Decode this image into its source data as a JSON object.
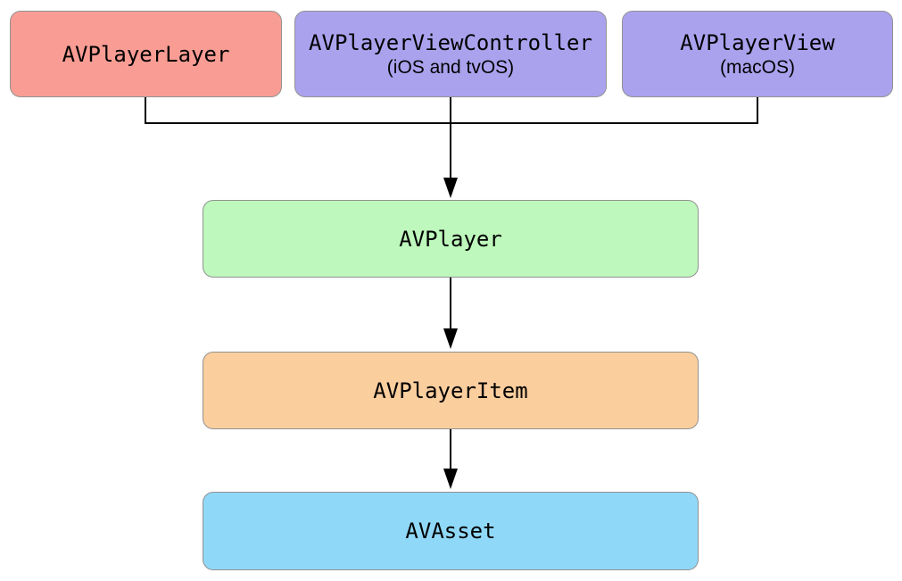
{
  "diagram": {
    "nodes": {
      "player_layer": {
        "label": "AVPlayerLayer",
        "fill": "#F99D94"
      },
      "player_view_controller": {
        "label": "AVPlayerViewController",
        "platform": "(iOS and tvOS)",
        "fill": "#ABA2EE"
      },
      "player_view": {
        "label": "AVPlayerView",
        "platform": "(macOS)",
        "fill": "#ABA2EE"
      },
      "player": {
        "label": "AVPlayer",
        "fill": "#BEF8BC"
      },
      "player_item": {
        "label": "AVPlayerItem",
        "fill": "#FBCE9E"
      },
      "asset": {
        "label": "AVAsset",
        "fill": "#90D8F8"
      }
    },
    "style": {
      "background": "#FFFFFF",
      "node_border_color": "#919191",
      "connector_color": "#000000",
      "text_color": "#000000"
    }
  }
}
